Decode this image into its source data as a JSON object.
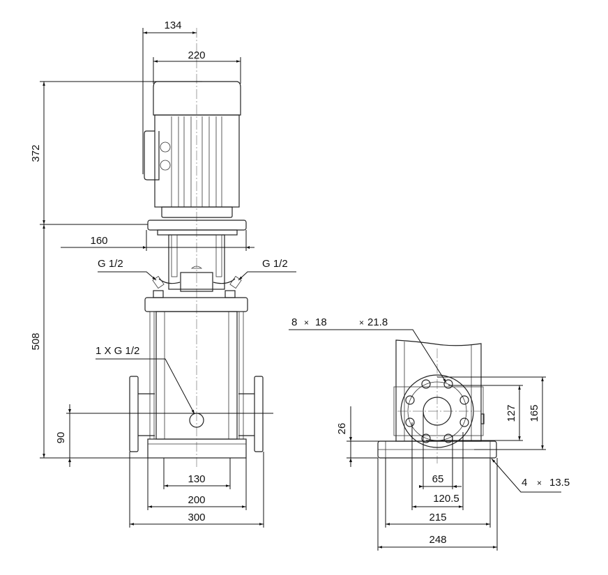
{
  "front_view": {
    "dim_134": "134",
    "dim_220": "220",
    "dim_372": "372",
    "dim_508": "508",
    "dim_160": "160",
    "dim_90": "90",
    "dim_130": "130",
    "dim_200": "200",
    "dim_300": "300",
    "label_g_left": "G 1/2",
    "label_g_right": "G 1/2",
    "label_drain": "1 X G 1/2"
  },
  "side_view": {
    "flange_holes_count": "8",
    "flange_holes_x": "×",
    "flange_holes_diameter": "18",
    "flange_holes_x2": "×",
    "flange_holes_depth": "21.8",
    "dim_26": "26",
    "dim_127": "127",
    "dim_165": "165",
    "dim_65": "65",
    "dim_120_5": "120.5",
    "dim_215": "215",
    "dim_248": "248",
    "base_holes_count": "4",
    "base_holes_x": "×",
    "base_holes_diameter": "13.5"
  }
}
